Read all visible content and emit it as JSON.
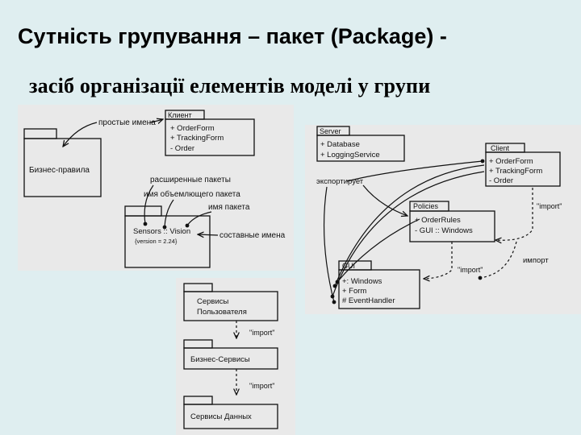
{
  "slide": {
    "title": "Сутність групування – пакет (Package) -",
    "subtitle": "засіб організації елементів моделі у групи"
  },
  "left_figure": {
    "simple_names_label": "простые имена",
    "business_rules": "Бизнес-правила",
    "client_tab": "Клиент",
    "client_ops": [
      "+ OrderForm",
      "+ TrackingForm",
      "- Order"
    ],
    "extended_packages_label": "расширенные пакеты",
    "enclosing_package_label": "имя объемлющего пакета",
    "package_name_label": "имя пакета",
    "sensors_name": "Sensors :: Vision",
    "sensors_version": "{version = 2.24}",
    "composite_names_label": "составные имена"
  },
  "right_figure": {
    "server_tab": "Server",
    "server_items": [
      "+ Database",
      "+ LoggingService"
    ],
    "client_tab": "Client",
    "client_items": [
      "+ OrderForm",
      "+ TrackingForm",
      "- Order"
    ],
    "exports_label": "экспортирует",
    "policies_tab": "Policies",
    "policies_items": [
      "+ OrderRules",
      "- GUI :: Windows"
    ],
    "import_label_1": "\"import\"",
    "import_label_2": "\"import\"",
    "import_ru": "импорт",
    "gui_tab": "GUI",
    "gui_items": [
      "+: Windows",
      "+ Form",
      "# EventHandler"
    ]
  },
  "bottom_figure": {
    "user_services_line1": "Сервисы",
    "user_services_line2": "Пользователя",
    "import_label_1": "\"import\"",
    "business_services": "Бизнес-Сервисы",
    "import_label_2": "\"import\"",
    "data_services": "Сервисы Данных"
  }
}
